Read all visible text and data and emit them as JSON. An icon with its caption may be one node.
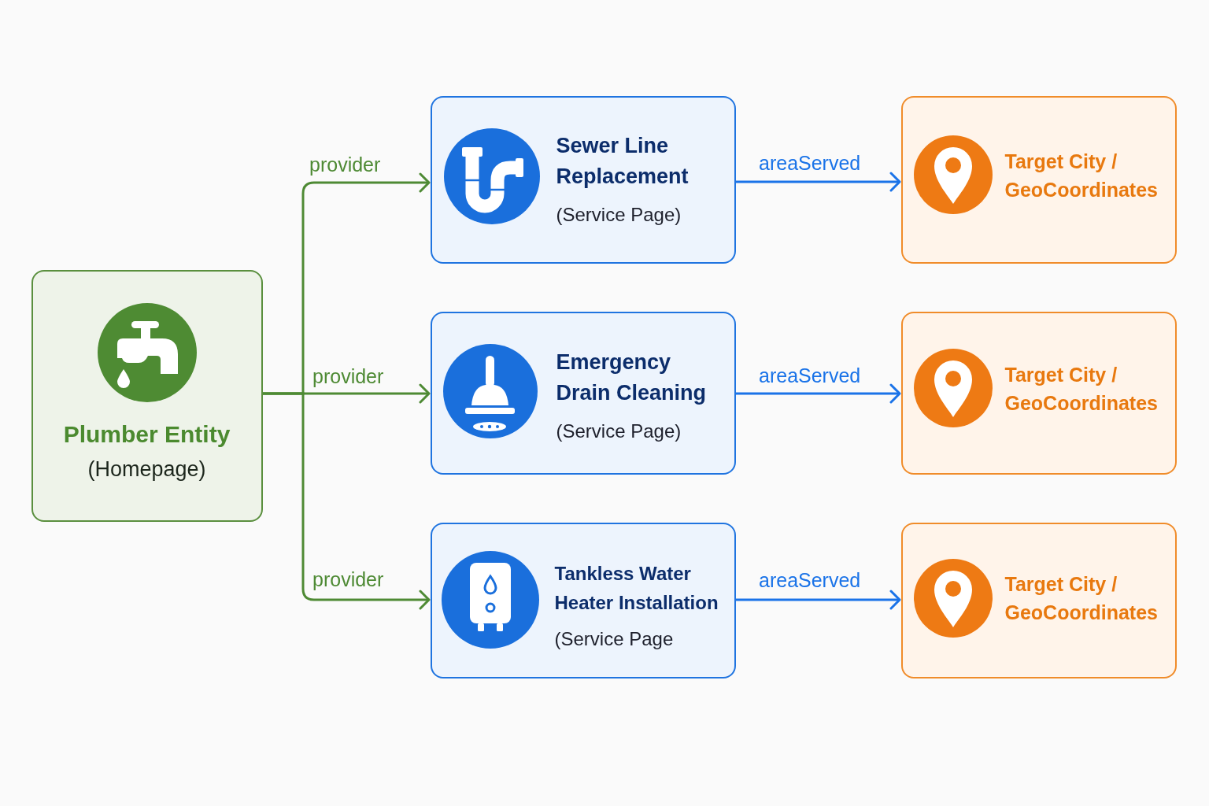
{
  "diagram": {
    "nodes": [
      {
        "text": [
          "Plumber Entity",
          "(Homepage)"
        ]
      },
      {
        "text": [
          "Sewer Line Replacement",
          "(Service Page)"
        ]
      },
      {
        "text": [
          "Target City / GeoCoordinates"
        ]
      },
      {
        "text": [
          "Emergency Drain Cleaning",
          "(Service Page)"
        ]
      },
      {
        "text": [
          "Target City / GeoCoordinates"
        ]
      },
      {
        "text": [
          "Tankless Water Heater Installation",
          "(Service Page"
        ]
      },
      {
        "text": [
          "Target City / GeoCoordinates"
        ]
      }
    ],
    "edges": [
      {
        "from": 0,
        "to": 1,
        "arrow": "to",
        "label": "provider",
        "color": "#4e8a34"
      },
      {
        "from": 0,
        "to": 3,
        "arrow": "to",
        "label": "provider",
        "color": "#4e8a34"
      },
      {
        "from": 0,
        "to": 5,
        "arrow": "to",
        "label": "provider",
        "color": "#4e8a34"
      },
      {
        "from": 1,
        "to": 2,
        "arrow": "to",
        "label": "areaServed",
        "color": "#1a73e8"
      },
      {
        "from": 3,
        "to": 4,
        "arrow": "to",
        "label": "areaServed",
        "color": "#1a73e8"
      },
      {
        "from": 5,
        "to": 6,
        "arrow": "to",
        "label": "areaServed",
        "color": "#1a73e8"
      }
    ]
  }
}
